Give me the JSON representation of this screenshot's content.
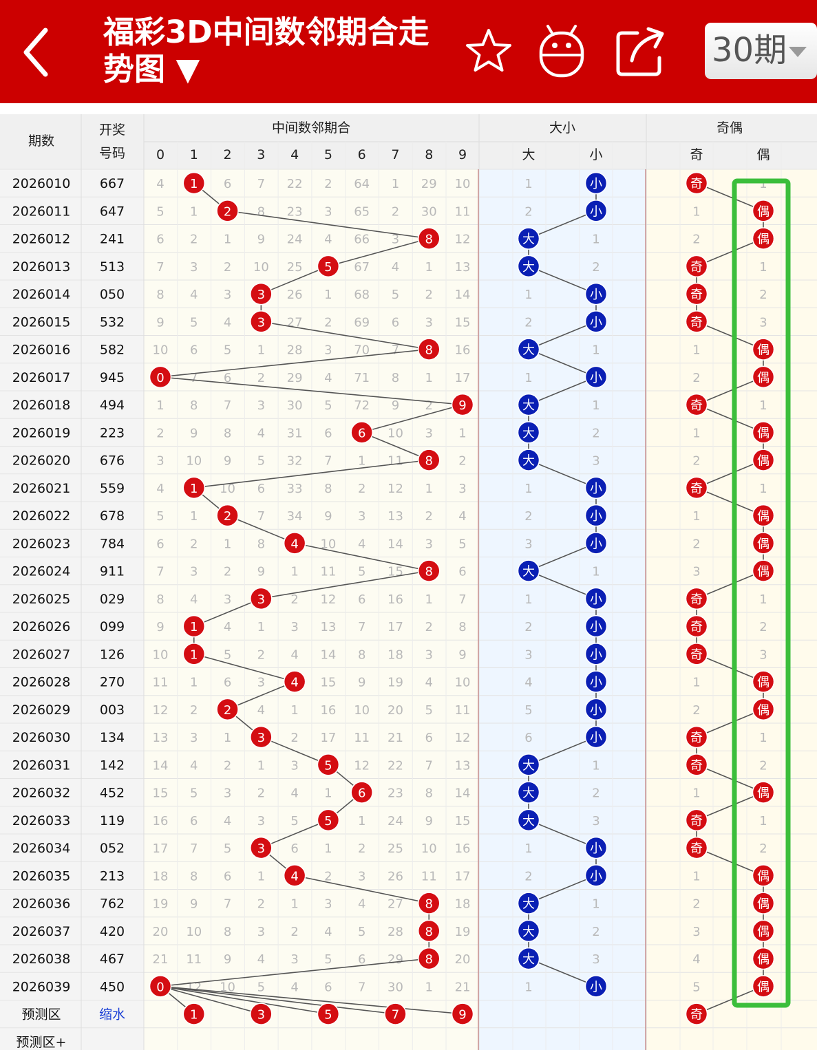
{
  "header": {
    "title": "福彩3D中间数邻期合走势图 ▼",
    "period_selector": "30期",
    "icons": [
      "back-arrow-icon",
      "star-icon",
      "android-icon",
      "share-icon",
      "chevron-down-icon"
    ],
    "background_color": "#cc0000"
  },
  "table": {
    "col_period": "期数",
    "col_prize_line1": "开奖",
    "col_prize_line2": "号码",
    "group_sum": "中间数邻期合",
    "group_size": "大小",
    "group_parity": "奇偶",
    "sum_digits": [
      "0",
      "1",
      "2",
      "3",
      "4",
      "5",
      "6",
      "7",
      "8",
      "9"
    ],
    "size_labels": [
      "大",
      "小"
    ],
    "parity_labels": [
      "奇",
      "偶"
    ],
    "forecast_label": "预测区",
    "shrink_label": "缩水",
    "forecast_plus_label": "预测区+",
    "forecast_sum_balls": [
      "1",
      "3",
      "5",
      "7",
      "9"
    ],
    "forecast_parity": "奇",
    "rows": [
      {
        "period": "2026010",
        "draw": "667",
        "sum": [
          4,
          1,
          6,
          7,
          22,
          2,
          64,
          1,
          29,
          10
        ],
        "size": [
          1,
          "小"
        ],
        "parity": [
          "奇",
          1
        ]
      },
      {
        "period": "2026011",
        "draw": "647",
        "sum": [
          5,
          1,
          2,
          8,
          23,
          3,
          65,
          2,
          30,
          11
        ],
        "size": [
          2,
          "小"
        ],
        "parity": [
          1,
          "偶"
        ]
      },
      {
        "period": "2026012",
        "draw": "241",
        "sum": [
          6,
          2,
          1,
          9,
          24,
          4,
          66,
          3,
          8,
          12
        ],
        "size": [
          "大",
          1
        ],
        "parity": [
          2,
          "偶"
        ]
      },
      {
        "period": "2026013",
        "draw": "513",
        "sum": [
          7,
          3,
          2,
          10,
          25,
          5,
          67,
          4,
          1,
          13
        ],
        "size": [
          "大",
          2
        ],
        "parity": [
          "奇",
          1
        ]
      },
      {
        "period": "2026014",
        "draw": "050",
        "sum": [
          8,
          4,
          3,
          3,
          26,
          1,
          68,
          5,
          2,
          14
        ],
        "size": [
          1,
          "小"
        ],
        "parity": [
          "奇",
          2
        ]
      },
      {
        "period": "2026015",
        "draw": "532",
        "sum": [
          9,
          5,
          4,
          3,
          27,
          2,
          69,
          6,
          3,
          15
        ],
        "size": [
          2,
          "小"
        ],
        "parity": [
          "奇",
          3
        ]
      },
      {
        "period": "2026016",
        "draw": "582",
        "sum": [
          10,
          6,
          5,
          1,
          28,
          3,
          70,
          7,
          8,
          16
        ],
        "size": [
          "大",
          1
        ],
        "parity": [
          1,
          "偶"
        ]
      },
      {
        "period": "2026017",
        "draw": "945",
        "sum": [
          0,
          7,
          6,
          2,
          29,
          4,
          71,
          8,
          1,
          17
        ],
        "size": [
          1,
          "小"
        ],
        "parity": [
          2,
          "偶"
        ]
      },
      {
        "period": "2026018",
        "draw": "494",
        "sum": [
          1,
          8,
          7,
          3,
          30,
          5,
          72,
          9,
          2,
          9
        ],
        "size": [
          "大",
          1
        ],
        "parity": [
          "奇",
          1
        ]
      },
      {
        "period": "2026019",
        "draw": "223",
        "sum": [
          2,
          9,
          8,
          4,
          31,
          6,
          6,
          10,
          3,
          1
        ],
        "size": [
          "大",
          2
        ],
        "parity": [
          1,
          "偶"
        ]
      },
      {
        "period": "2026020",
        "draw": "676",
        "sum": [
          3,
          10,
          9,
          5,
          32,
          7,
          1,
          11,
          8,
          2
        ],
        "size": [
          "大",
          3
        ],
        "parity": [
          2,
          "偶"
        ]
      },
      {
        "period": "2026021",
        "draw": "559",
        "sum": [
          4,
          1,
          10,
          6,
          33,
          8,
          2,
          12,
          1,
          3
        ],
        "size": [
          1,
          "小"
        ],
        "parity": [
          "奇",
          1
        ]
      },
      {
        "period": "2026022",
        "draw": "678",
        "sum": [
          5,
          1,
          2,
          7,
          34,
          9,
          3,
          13,
          2,
          4
        ],
        "size": [
          2,
          "小"
        ],
        "parity": [
          1,
          "偶"
        ]
      },
      {
        "period": "2026023",
        "draw": "784",
        "sum": [
          6,
          2,
          1,
          8,
          4,
          10,
          4,
          14,
          3,
          5
        ],
        "size": [
          3,
          "小"
        ],
        "parity": [
          2,
          "偶"
        ]
      },
      {
        "period": "2026024",
        "draw": "911",
        "sum": [
          7,
          3,
          2,
          9,
          1,
          11,
          5,
          15,
          8,
          6
        ],
        "size": [
          "大",
          1
        ],
        "parity": [
          3,
          "偶"
        ]
      },
      {
        "period": "2026025",
        "draw": "029",
        "sum": [
          8,
          4,
          3,
          3,
          2,
          12,
          6,
          16,
          1,
          7
        ],
        "size": [
          1,
          "小"
        ],
        "parity": [
          "奇",
          1
        ]
      },
      {
        "period": "2026026",
        "draw": "099",
        "sum": [
          9,
          1,
          4,
          1,
          3,
          13,
          7,
          17,
          2,
          8
        ],
        "size": [
          2,
          "小"
        ],
        "parity": [
          "奇",
          2
        ]
      },
      {
        "period": "2026027",
        "draw": "126",
        "sum": [
          10,
          1,
          5,
          2,
          4,
          14,
          8,
          18,
          3,
          9
        ],
        "size": [
          3,
          "小"
        ],
        "parity": [
          "奇",
          3
        ]
      },
      {
        "period": "2026028",
        "draw": "270",
        "sum": [
          11,
          1,
          6,
          3,
          4,
          15,
          9,
          19,
          4,
          10
        ],
        "size": [
          4,
          "小"
        ],
        "parity": [
          1,
          "偶"
        ]
      },
      {
        "period": "2026029",
        "draw": "003",
        "sum": [
          12,
          2,
          2,
          4,
          1,
          16,
          10,
          20,
          5,
          11
        ],
        "size": [
          5,
          "小"
        ],
        "parity": [
          2,
          "偶"
        ]
      },
      {
        "period": "2026030",
        "draw": "134",
        "sum": [
          13,
          3,
          1,
          3,
          2,
          17,
          11,
          21,
          6,
          12
        ],
        "size": [
          6,
          "小"
        ],
        "parity": [
          "奇",
          1
        ]
      },
      {
        "period": "2026031",
        "draw": "142",
        "sum": [
          14,
          4,
          2,
          1,
          3,
          5,
          12,
          22,
          7,
          13
        ],
        "size": [
          "大",
          1
        ],
        "parity": [
          "奇",
          2
        ]
      },
      {
        "period": "2026032",
        "draw": "452",
        "sum": [
          15,
          5,
          3,
          2,
          4,
          1,
          6,
          23,
          8,
          14
        ],
        "size": [
          "大",
          2
        ],
        "parity": [
          1,
          "偶"
        ]
      },
      {
        "period": "2026033",
        "draw": "119",
        "sum": [
          16,
          6,
          4,
          3,
          5,
          5,
          1,
          24,
          9,
          15
        ],
        "size": [
          "大",
          3
        ],
        "parity": [
          "奇",
          1
        ]
      },
      {
        "period": "2026034",
        "draw": "052",
        "sum": [
          17,
          7,
          5,
          3,
          6,
          1,
          2,
          25,
          10,
          16
        ],
        "size": [
          1,
          "小"
        ],
        "parity": [
          "奇",
          2
        ]
      },
      {
        "period": "2026035",
        "draw": "213",
        "sum": [
          18,
          8,
          6,
          1,
          4,
          2,
          3,
          26,
          11,
          17
        ],
        "size": [
          2,
          "小"
        ],
        "parity": [
          1,
          "偶"
        ]
      },
      {
        "period": "2026036",
        "draw": "762",
        "sum": [
          19,
          9,
          7,
          2,
          1,
          3,
          4,
          27,
          8,
          18
        ],
        "size": [
          "大",
          1
        ],
        "parity": [
          2,
          "偶"
        ]
      },
      {
        "period": "2026037",
        "draw": "420",
        "sum": [
          20,
          10,
          8,
          3,
          2,
          4,
          5,
          28,
          8,
          19
        ],
        "size": [
          "大",
          2
        ],
        "parity": [
          3,
          "偶"
        ]
      },
      {
        "period": "2026038",
        "draw": "467",
        "sum": [
          21,
          11,
          9,
          4,
          3,
          5,
          6,
          29,
          8,
          20
        ],
        "size": [
          "大",
          3
        ],
        "parity": [
          4,
          "偶"
        ]
      },
      {
        "period": "2026039",
        "draw": "450",
        "sum": [
          0,
          12,
          10,
          5,
          4,
          6,
          7,
          30,
          1,
          21
        ],
        "size": [
          1,
          "小"
        ],
        "parity": [
          5,
          "偶"
        ]
      }
    ],
    "hit_columns": [
      1,
      2,
      8,
      5,
      3,
      3,
      8,
      0,
      9,
      6,
      8,
      1,
      2,
      4,
      8,
      3,
      1,
      1,
      4,
      2,
      3,
      5,
      6,
      5,
      3,
      4,
      8,
      8,
      8,
      0
    ]
  },
  "colors": {
    "ball_red": "#d40d12",
    "ball_blue": "#0a1fb4",
    "highlight_box": "#3bbe3b",
    "omission_text": "#b9b9b9",
    "size_band": "#eef6ff",
    "parity_band": "#fffbec",
    "sum_band": "#fdfcf2"
  }
}
